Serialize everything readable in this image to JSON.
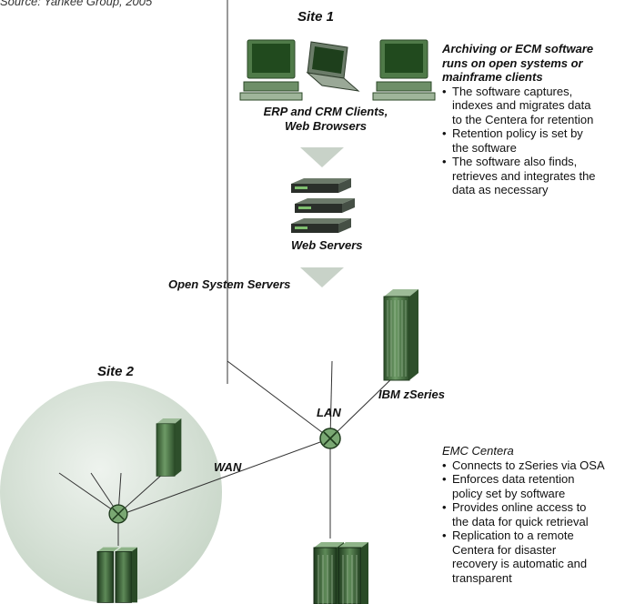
{
  "source_note": "Source: Yankee Group, 2005",
  "site1": {
    "title": "Site 1",
    "clients_label": [
      "ERP and CRM Clients,",
      "Web Browsers"
    ],
    "web_servers_label": "Web Servers",
    "open_system_servers_label": "Open System Servers",
    "ibm_label": "IBM zSeries",
    "lan_label": "LAN"
  },
  "site2": {
    "title": "Site 2"
  },
  "wan_label": "WAN",
  "software_notes": {
    "heading": [
      "Archiving or ECM software",
      "runs on open systems or",
      "mainframe clients"
    ],
    "bullets": [
      [
        "The software captures,",
        "indexes and migrates data",
        "to the Centera for retention"
      ],
      [
        "Retention policy is set by",
        "the software"
      ],
      [
        "The software also finds,",
        "retrieves and integrates the",
        "data as necessary"
      ]
    ]
  },
  "centera_notes": {
    "heading": "EMC Centera",
    "bullets": [
      [
        "Connects to zSeries via OSA"
      ],
      [
        "Enforces data retention",
        "policy set by software"
      ],
      [
        "Provides online access to",
        "the data for quick retrieval"
      ],
      [
        "Replication to a remote",
        "Centera for disaster",
        "recovery is automatic and",
        "transparent"
      ]
    ]
  },
  "colors": {
    "equipment_green": "#3f6b3a",
    "site2_circle": "#cfdccf",
    "arrow_gray": "#c8d2c8"
  }
}
